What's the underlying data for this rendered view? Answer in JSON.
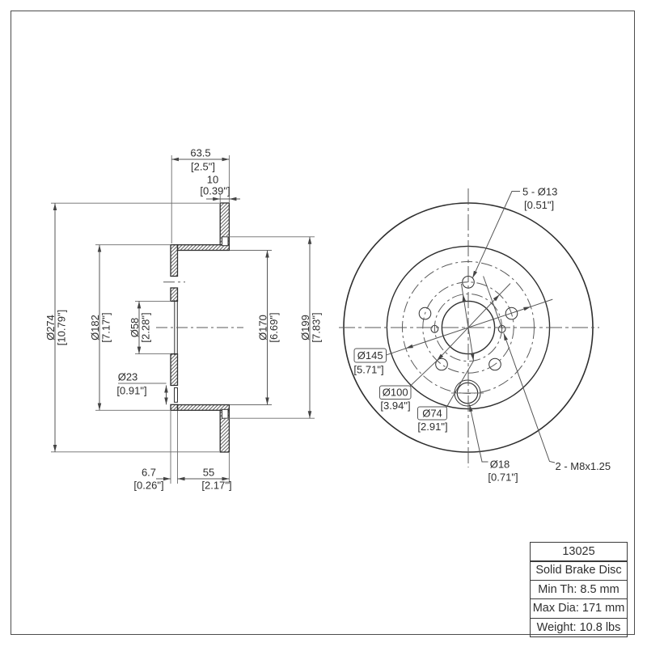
{
  "colors": {
    "line": "#2f2f2f",
    "dim_line": "#555555",
    "background": "#ffffff"
  },
  "section_view": {
    "dims": {
      "total_width": {
        "mm": "63.5",
        "inch": "[2.5\"]"
      },
      "disc_thickness": {
        "mm": "10",
        "inch": "[0.39\"]"
      },
      "outer_diameter": {
        "mm": "Ø274",
        "inch": "[10.79\"]"
      },
      "hat_diameter": {
        "mm": "Ø182",
        "inch": "[7.17\"]"
      },
      "center_bore": {
        "mm": "Ø58",
        "inch": "[2.28\"]"
      },
      "hub_hole": {
        "mm": "Ø23",
        "inch": "[0.91\"]"
      },
      "inner_diameter": {
        "mm": "Ø170",
        "inch": "[6.69\"]"
      },
      "step_diameter": {
        "mm": "Ø199",
        "inch": "[7.83\"]"
      },
      "wall_offset": {
        "mm": "6.7",
        "inch": "[0.26\"]"
      },
      "hat_depth": {
        "mm": "55",
        "inch": "[2.17\"]"
      }
    }
  },
  "front_view": {
    "labels": {
      "bolt_holes": {
        "text": "5 - Ø13",
        "inch": "[0.51\"]"
      },
      "bolt_circle": {
        "mm": "Ø145",
        "inch": "[5.71\"]"
      },
      "mount_circle": {
        "mm": "Ø100",
        "inch": "[3.94\"]"
      },
      "inner_circle": {
        "mm": "Ø74",
        "inch": "[2.91\"]"
      },
      "access_hole": {
        "mm": "Ø18",
        "inch": "[0.71\"]"
      },
      "thread_spec": "2 - M8x1.25"
    }
  },
  "info_table": {
    "rows": [
      "13025",
      "Solid Brake Disc",
      "Min Th: 8.5 mm",
      "Max Dia: 171 mm",
      "Weight: 10.8 lbs"
    ]
  }
}
